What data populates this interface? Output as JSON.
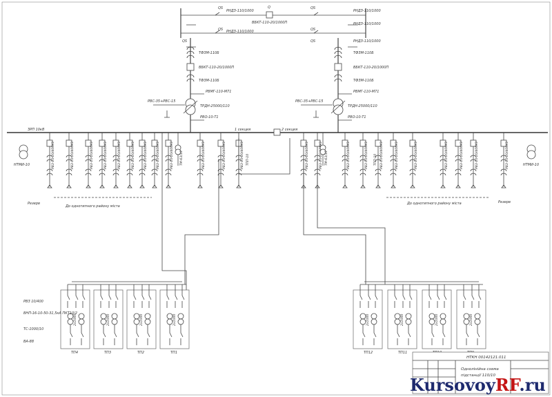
{
  "substation": {
    "top_breaker_label": "Q",
    "qs_label": "QS",
    "disconnector_top_label": "РНДЗ-110/1000",
    "cross_breaker_label": "ВБКТ-110-20/1000П",
    "ct_label": "ТФЗМ-110Б",
    "breaker_label": "ВБКТ-110-20/1000П",
    "arrester_label": "РВМГ-110-М71",
    "transformer_label": "ТРДН-25000/110",
    "arrester_left_label": "РВС-35+РВС-15",
    "neutral_label": "РВО-10-Т1",
    "tsn_label": "ЗРП 10кВ",
    "section1_label": "1 секция",
    "section2_label": "2 секция",
    "feeder_label": "РВЗ-10-20/400У3",
    "tsn_feeder_label": "ТМ-63/10",
    "vt_label": "НТМИ-10",
    "tpp_label": "ТПП-10",
    "reserve_label": "Резерв",
    "to_district_label": "До однотипного району міста"
  },
  "tp_legend": {
    "disconnector": "РВЗ 10/400",
    "fuse": "ВНП-16-10-50-31,5кА ПКТ10/2",
    "transformer": "ТС-1000/10",
    "breaker": "ВА-88",
    "tx_short": "2х1000"
  },
  "tp_left": [
    "ТП4",
    "ТП3",
    "ТП2",
    "ТП1"
  ],
  "tp_right": [
    "ТП12",
    "ТП11",
    "ТП10",
    "ТП9"
  ],
  "stamp": {
    "doc_code": "НТКН 00142121.011",
    "title_line1": "Однолінійна схема",
    "title_line2": "підстанції 110/10"
  },
  "watermark": {
    "part1": "Kursovoy",
    "part2": "RF",
    "part3": ".ru"
  }
}
